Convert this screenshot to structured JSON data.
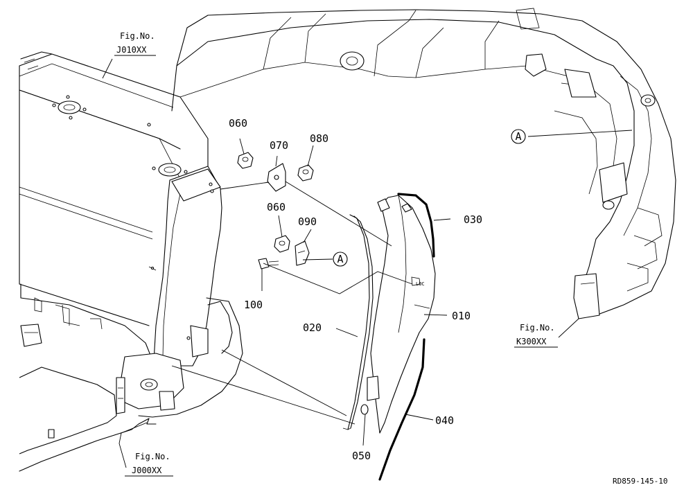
{
  "parts": {
    "p010": "010",
    "p020": "020",
    "p030": "030",
    "p040": "040",
    "p050": "050",
    "p060_top": "060",
    "p060_mid": "060",
    "p070": "070",
    "p080": "080",
    "p090": "090",
    "p100": "100"
  },
  "references": {
    "j010": {
      "label": "Fig.No.",
      "code": "J010XX"
    },
    "k300": {
      "label": "Fig.No.",
      "code": "K300XX"
    },
    "j000": {
      "label": "Fig.No.",
      "code": "J000XX"
    }
  },
  "callouts": {
    "a_left": "A",
    "a_right": "A"
  },
  "drawing_code": "RD859-145-10"
}
